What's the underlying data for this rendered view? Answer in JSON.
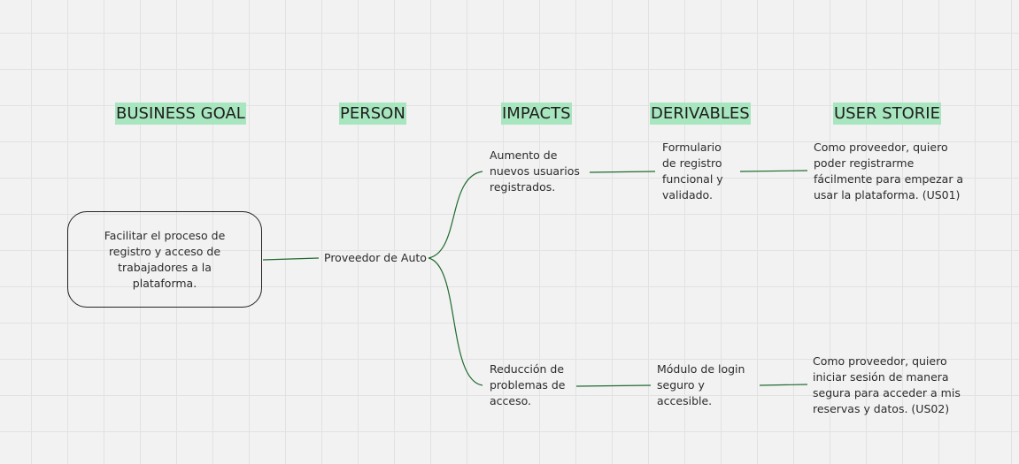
{
  "headers": {
    "business_goal": "BUSINESS GOAL",
    "person": "PERSON",
    "impacts": "IMPACTS",
    "derivables": "DERIVABLES",
    "user_storie": "USER STORIE"
  },
  "business_goal": {
    "text": "Facilitar el proceso de\nregistro y acceso de\ntrabajadores a la\nplataforma."
  },
  "person": {
    "text": "Proveedor de Auto"
  },
  "impacts": [
    {
      "text": "Aumento de\nnuevos usuarios\nregistrados."
    },
    {
      "text": "Reducción de\nproblemas de\nacceso."
    }
  ],
  "derivables": [
    {
      "text": "Formulario\nde registro\nfuncional y\nvalidado."
    },
    {
      "text": "Módulo de login\nseguro y\naccesible."
    }
  ],
  "user_stories": [
    {
      "text": "Como proveedor, quiero\npoder registrarme\nfácilmente para empezar a\nusar la plataforma. (US01)"
    },
    {
      "text": "Como proveedor, quiero\niniciar sesión de manera\nsegura para acceder a mis\nreservas y datos. (US02)"
    }
  ],
  "colors": {
    "header_highlight": "#a8e6bf",
    "connector": "#1f6b2d",
    "canvas": "#f2f2f2",
    "grid": "#e2e2e2"
  }
}
